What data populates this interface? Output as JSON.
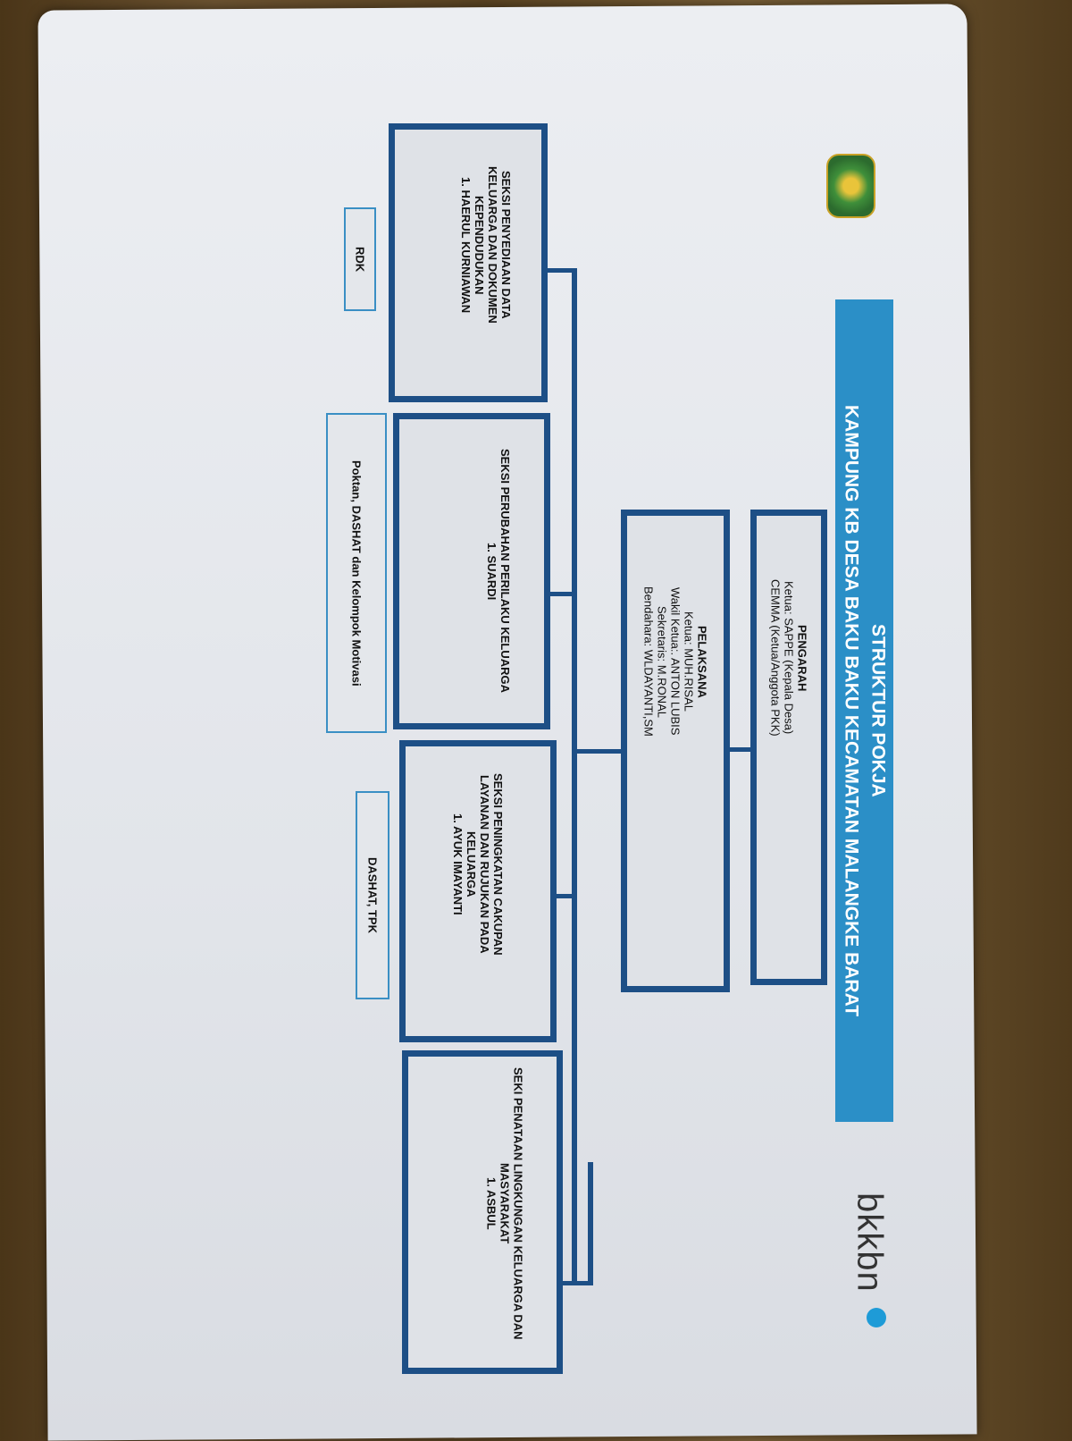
{
  "title": {
    "line1": "STRUKTUR POKJA",
    "line2": "KAMPUNG KB DESA BAKU BAKU KECAMATAN MALANGKE BARAT"
  },
  "logos": {
    "right": "bkkbn",
    "left_icon": "regional-emblem-icon"
  },
  "pengarah": {
    "heading": "PENGARAH",
    "ketua": "Ketua:  SAPPE  (Kepala Desa)",
    "anggota": "CEMMA (Ketua/Anggota PKK)"
  },
  "pelaksana": {
    "heading": "PELAKSANA",
    "ketua": "Ketua:  MUH.RISAL",
    "wakil": "Wakil Ketua:. ANTON LUBIS",
    "sekretaris": "Sekretaris:  M.RONAL",
    "bendahara": "Bendahara: WLDAYANTI,SM"
  },
  "sections": [
    {
      "title": "SEKSI PENYEDIAAN DATA KELUARGA DAN DOKUMEN KEPENDUDUKAN",
      "member": "1.  HAERUL KURNIAWAN"
    },
    {
      "title": "SEKSI PERUBAHAN PERILAKU KELUARGA",
      "member": "1.  SUARDI"
    },
    {
      "title": "SEKSI PENINGKATAN CAKUPAN LAYANAN DAN RUJUKAN PADA KELUARGA",
      "member": "1.  AYUK IMAYANTI"
    },
    {
      "title": "SEKI PENATAAN LINGKUNGAN KELUARGA DAN MASYARAKAT",
      "member": "1.  ASBUL"
    }
  ],
  "partners": [
    "RDK",
    "Poktan, DASHAT dan Kelompok Motivasi",
    "DASHAT, TPK"
  ],
  "colors": {
    "title_bar": "#2b8fc7",
    "box_border": "#1d4f86"
  }
}
